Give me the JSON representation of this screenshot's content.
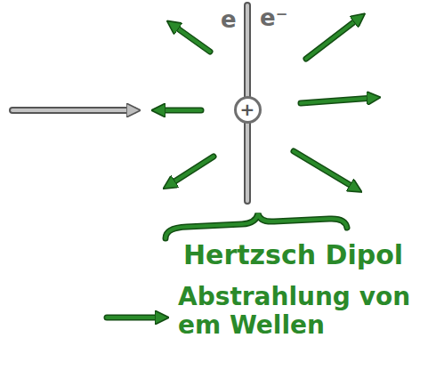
{
  "diagram": {
    "nodes": [
      {
        "text": [
          "+"
        ]
      }
    ],
    "labels": [
      "e",
      "e⁻",
      "Hertzsch Dipol",
      "Abstrahlung von em Wellen"
    ]
  }
}
